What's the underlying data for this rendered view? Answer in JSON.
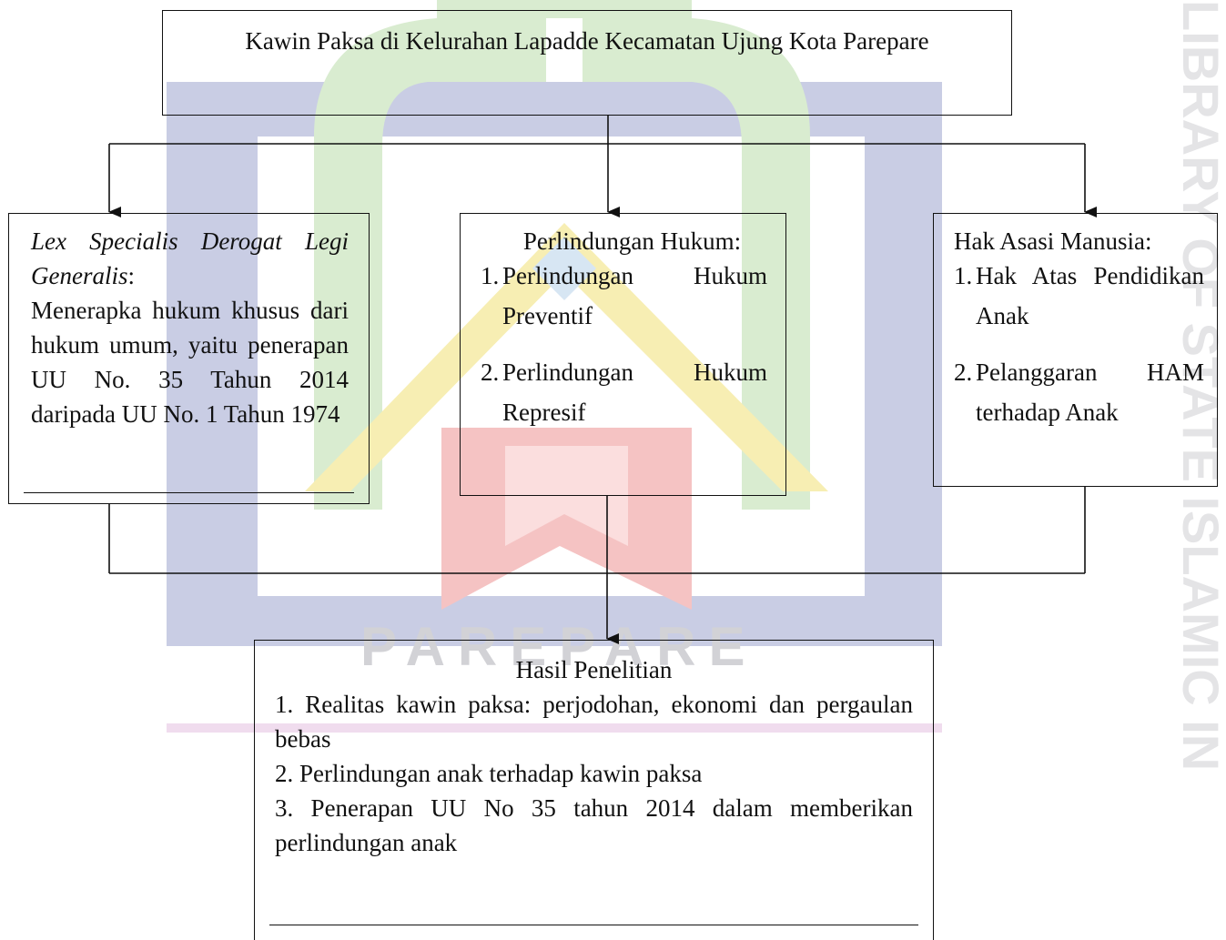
{
  "watermark": {
    "center_text": "PAREPARE",
    "side_text_main": "LIBRARY OF STATE ISLAMIC IN",
    "colors": {
      "blue": "#c9cde4",
      "green": "#d9ecd0",
      "yellow": "#f7eeb3",
      "red": "#f5c3c3",
      "gray": "#d2d2d6"
    }
  },
  "title_box": {
    "text": "Kawin Paksa di Kelurahan Lapadde Kecamatan Ujung Kota Parepare"
  },
  "left_box": {
    "heading_italic": "Lex Specialis Derogat Legi Generalis",
    "heading_suffix": ":",
    "body": "Menerapka  hukum khusus dari hukum umum, yaitu penerapan UU No. 35 Tahun 2014 daripada UU No. 1 Tahun 1974"
  },
  "middle_box": {
    "heading": "Perlindungan Hukum:",
    "item1_num": "1.",
    "item1_text": "Perlindungan Hukum Preventif",
    "item2_num": "2.",
    "item2_text": "Perlindungan Hukum Represif"
  },
  "right_box": {
    "heading": "Hak Asasi Manusia:",
    "item1_num": "1.",
    "item1_text": "Hak Atas Pendidikan Anak",
    "item2_num": "2.",
    "item2_text": "Pelanggaran HAM terhadap Anak"
  },
  "result_box": {
    "heading": "Hasil Penelitian",
    "item1": "1. Realitas kawin paksa: perjodohan, ekonomi dan pergaulan bebas",
    "item2": "2. Perlindungan anak terhadap kawin paksa",
    "item3": "3. Penerapan UU No 35 tahun 2014 dalam memberikan perlindungan anak"
  }
}
